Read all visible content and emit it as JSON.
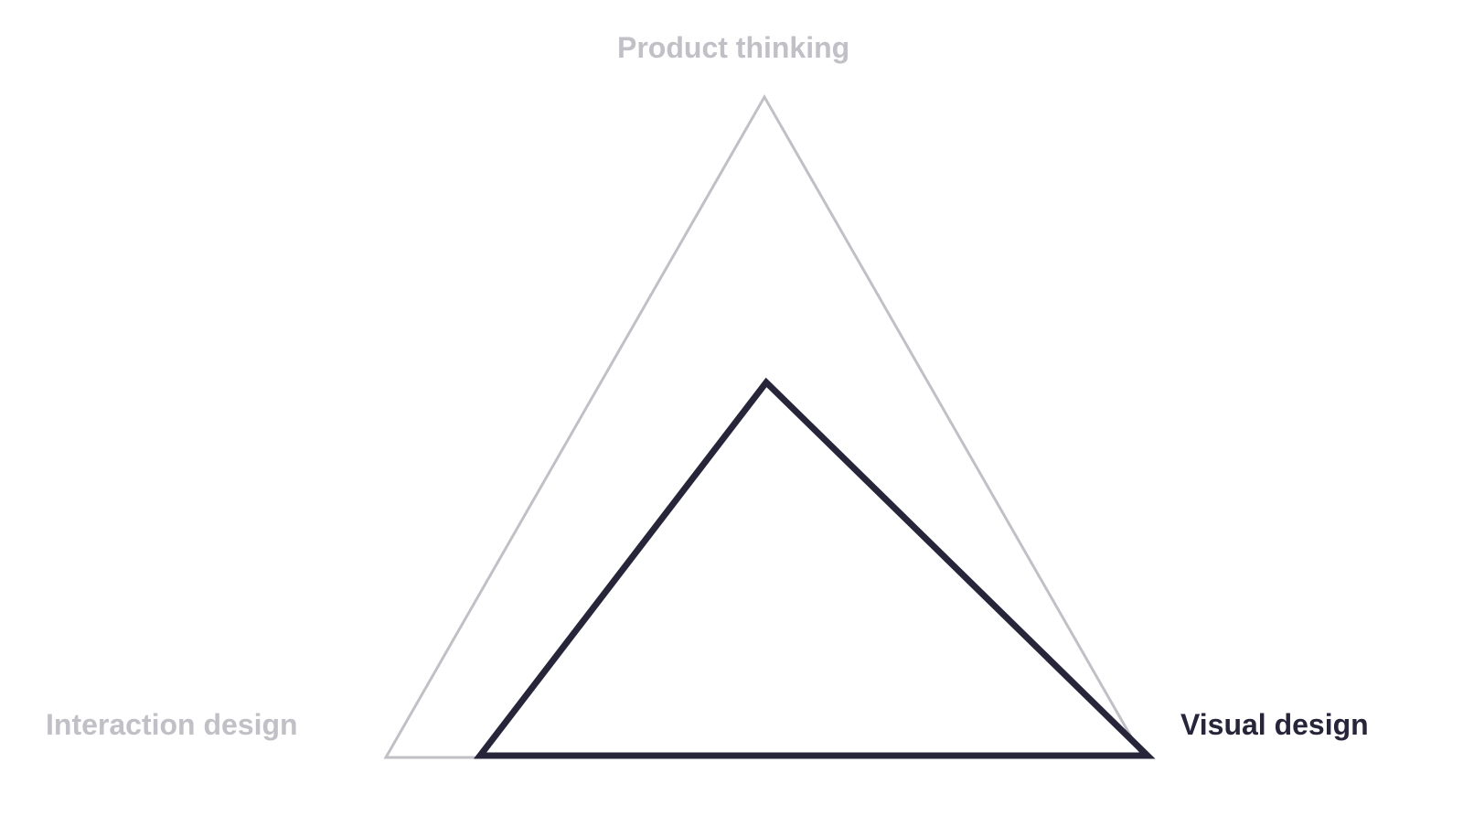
{
  "labels": {
    "top": "Product thinking",
    "left": "Interaction design",
    "right": "Visual design"
  },
  "colors": {
    "muted": "#c1c0c6",
    "active": "#27253a",
    "background": "#ffffff"
  }
}
